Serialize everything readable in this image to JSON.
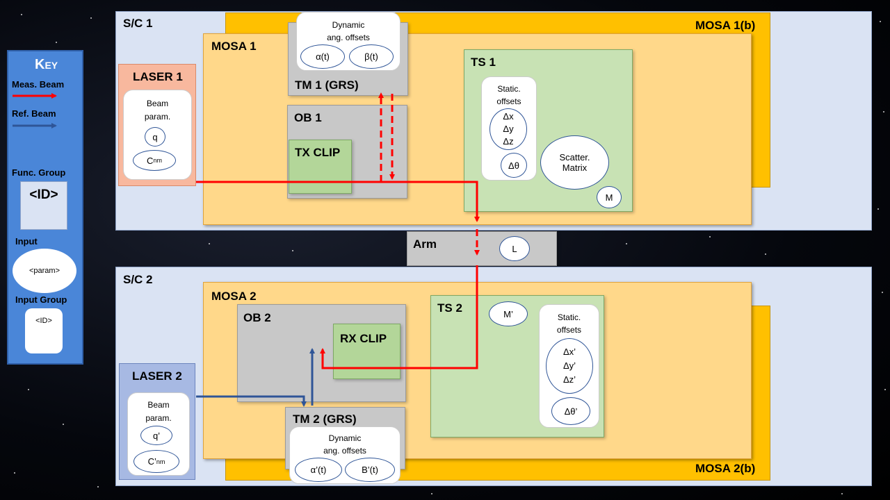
{
  "key": {
    "title": "Key",
    "meas_beam": "Meas. Beam",
    "ref_beam": "Ref. Beam",
    "func_group": "Func. Group",
    "func_id": "<ID>",
    "input": "Input",
    "input_param": "<param>",
    "input_group": "Input Group",
    "input_group_id": "<ID>"
  },
  "sc1": {
    "label": "S/C 1",
    "mosa_b": "MOSA 1(b)",
    "mosa": "MOSA 1",
    "laser": {
      "title": "LASER 1",
      "beam": "Beam",
      "param": "param.",
      "q": "q",
      "c": "C",
      "c_sub": "nm"
    },
    "tm": {
      "title": "TM 1 (GRS)",
      "dyn1": "Dynamic",
      "dyn2": "ang. offsets",
      "alpha": "α(t)",
      "beta": "β(t)"
    },
    "ob": {
      "title": "OB 1",
      "clip": "TX CLIP"
    },
    "ts": {
      "title": "TS 1",
      "static1": "Static.",
      "static2": "offsets",
      "dx": "Δx",
      "dy": "Δy",
      "dz": "Δz",
      "dtheta": "Δθ",
      "scatter1": "Scatter.",
      "scatter2": "Matrix",
      "m": "M"
    }
  },
  "arm": {
    "label": "Arm",
    "l": "L"
  },
  "sc2": {
    "label": "S/C 2",
    "mosa_b": "MOSA 2(b)",
    "mosa": "MOSA 2",
    "laser": {
      "title": "LASER 2",
      "beam": "Beam",
      "param": "param.",
      "q": "q’",
      "c": "C’",
      "c_sub": "nm"
    },
    "tm": {
      "title": "TM 2 (GRS)",
      "dyn1": "Dynamic",
      "dyn2": "ang. offsets",
      "alpha": "α’(t)",
      "beta": "Β’(t)"
    },
    "ob": {
      "title": "OB 2",
      "clip": "RX CLIP"
    },
    "ts": {
      "title": "TS 2",
      "m": "M’",
      "static1": "Static.",
      "static2": "offsets",
      "dx": "Δx’",
      "dy": "Δy’",
      "dz": "Δz’",
      "dtheta": "Δθ’"
    }
  },
  "colors": {
    "meas_beam": "#ff0000",
    "ref_beam": "#2f5597"
  }
}
